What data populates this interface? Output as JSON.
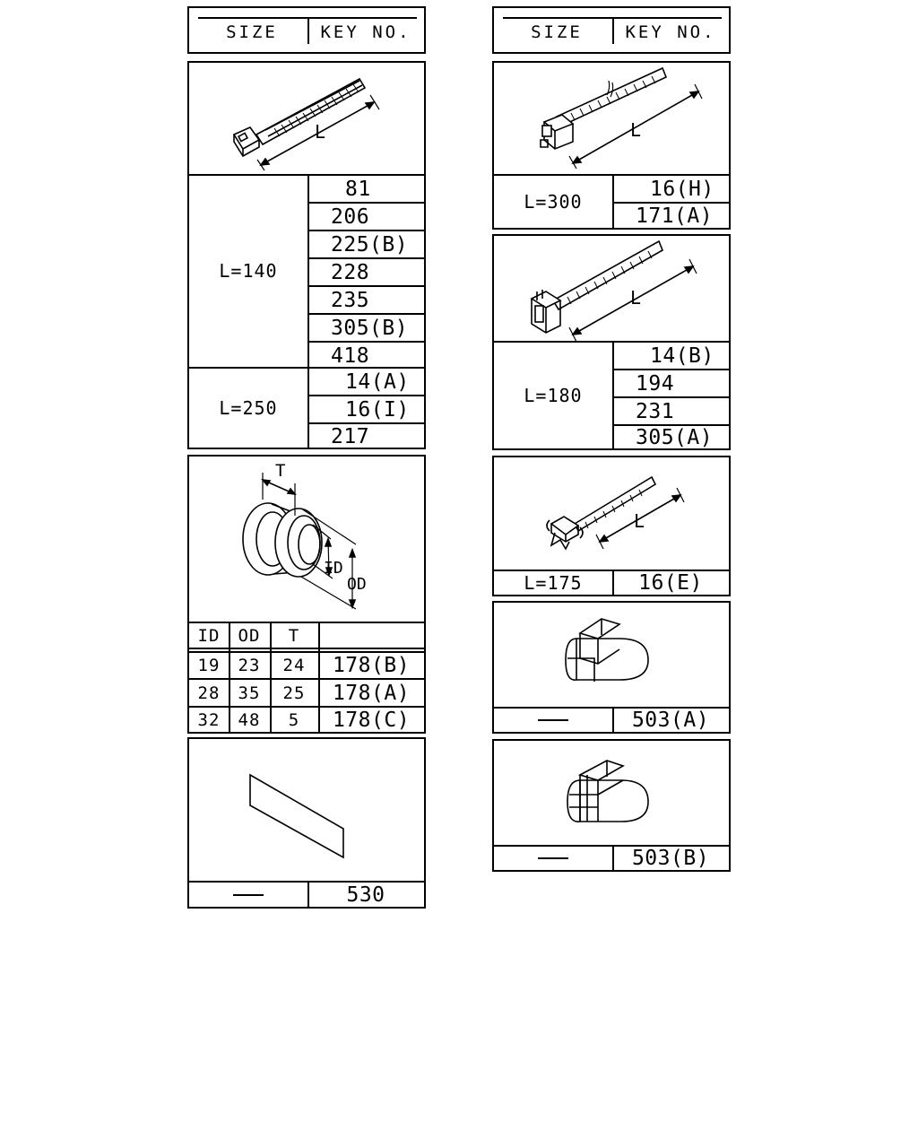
{
  "headers": {
    "left": {
      "size": "SIZE",
      "key": "KEY NO."
    },
    "right": {
      "size": "SIZE",
      "key": "KEY NO."
    }
  },
  "clip_140_250": {
    "dim_label": "L",
    "groups": [
      {
        "size": "L=140",
        "keys": [
          "81",
          "206",
          "225(B)",
          "228",
          "235",
          "305(B)",
          "418"
        ]
      },
      {
        "size": "L=250",
        "keys": [
          "14(A)",
          "16(I)",
          "217"
        ]
      }
    ]
  },
  "grommet": {
    "dim_labels": {
      "t": "T",
      "id": "ID",
      "od": "OD"
    },
    "columns": [
      "ID",
      "OD",
      "T",
      ""
    ],
    "rows": [
      {
        "id": "19",
        "od": "23",
        "t": "24",
        "key": "178(B)"
      },
      {
        "id": "28",
        "od": "35",
        "t": "25",
        "key": "178(A)"
      },
      {
        "id": "32",
        "od": "48",
        "t": "5",
        "key": "178(C)"
      }
    ]
  },
  "pad": {
    "size": "—",
    "key": "530"
  },
  "clip_300": {
    "dim_label": "L",
    "size": "L=300",
    "keys": [
      "16(H)",
      "171(A)"
    ]
  },
  "clip_180": {
    "dim_label": "L",
    "size": "L=180",
    "keys": [
      "14(B)",
      "194",
      "231",
      "305(A)"
    ]
  },
  "clip_175": {
    "dim_label": "L",
    "size": "L=175",
    "key": "16(E)"
  },
  "block_a": {
    "size": "—",
    "key": "503(A)"
  },
  "block_b": {
    "size": "—",
    "key": "503(B)"
  }
}
